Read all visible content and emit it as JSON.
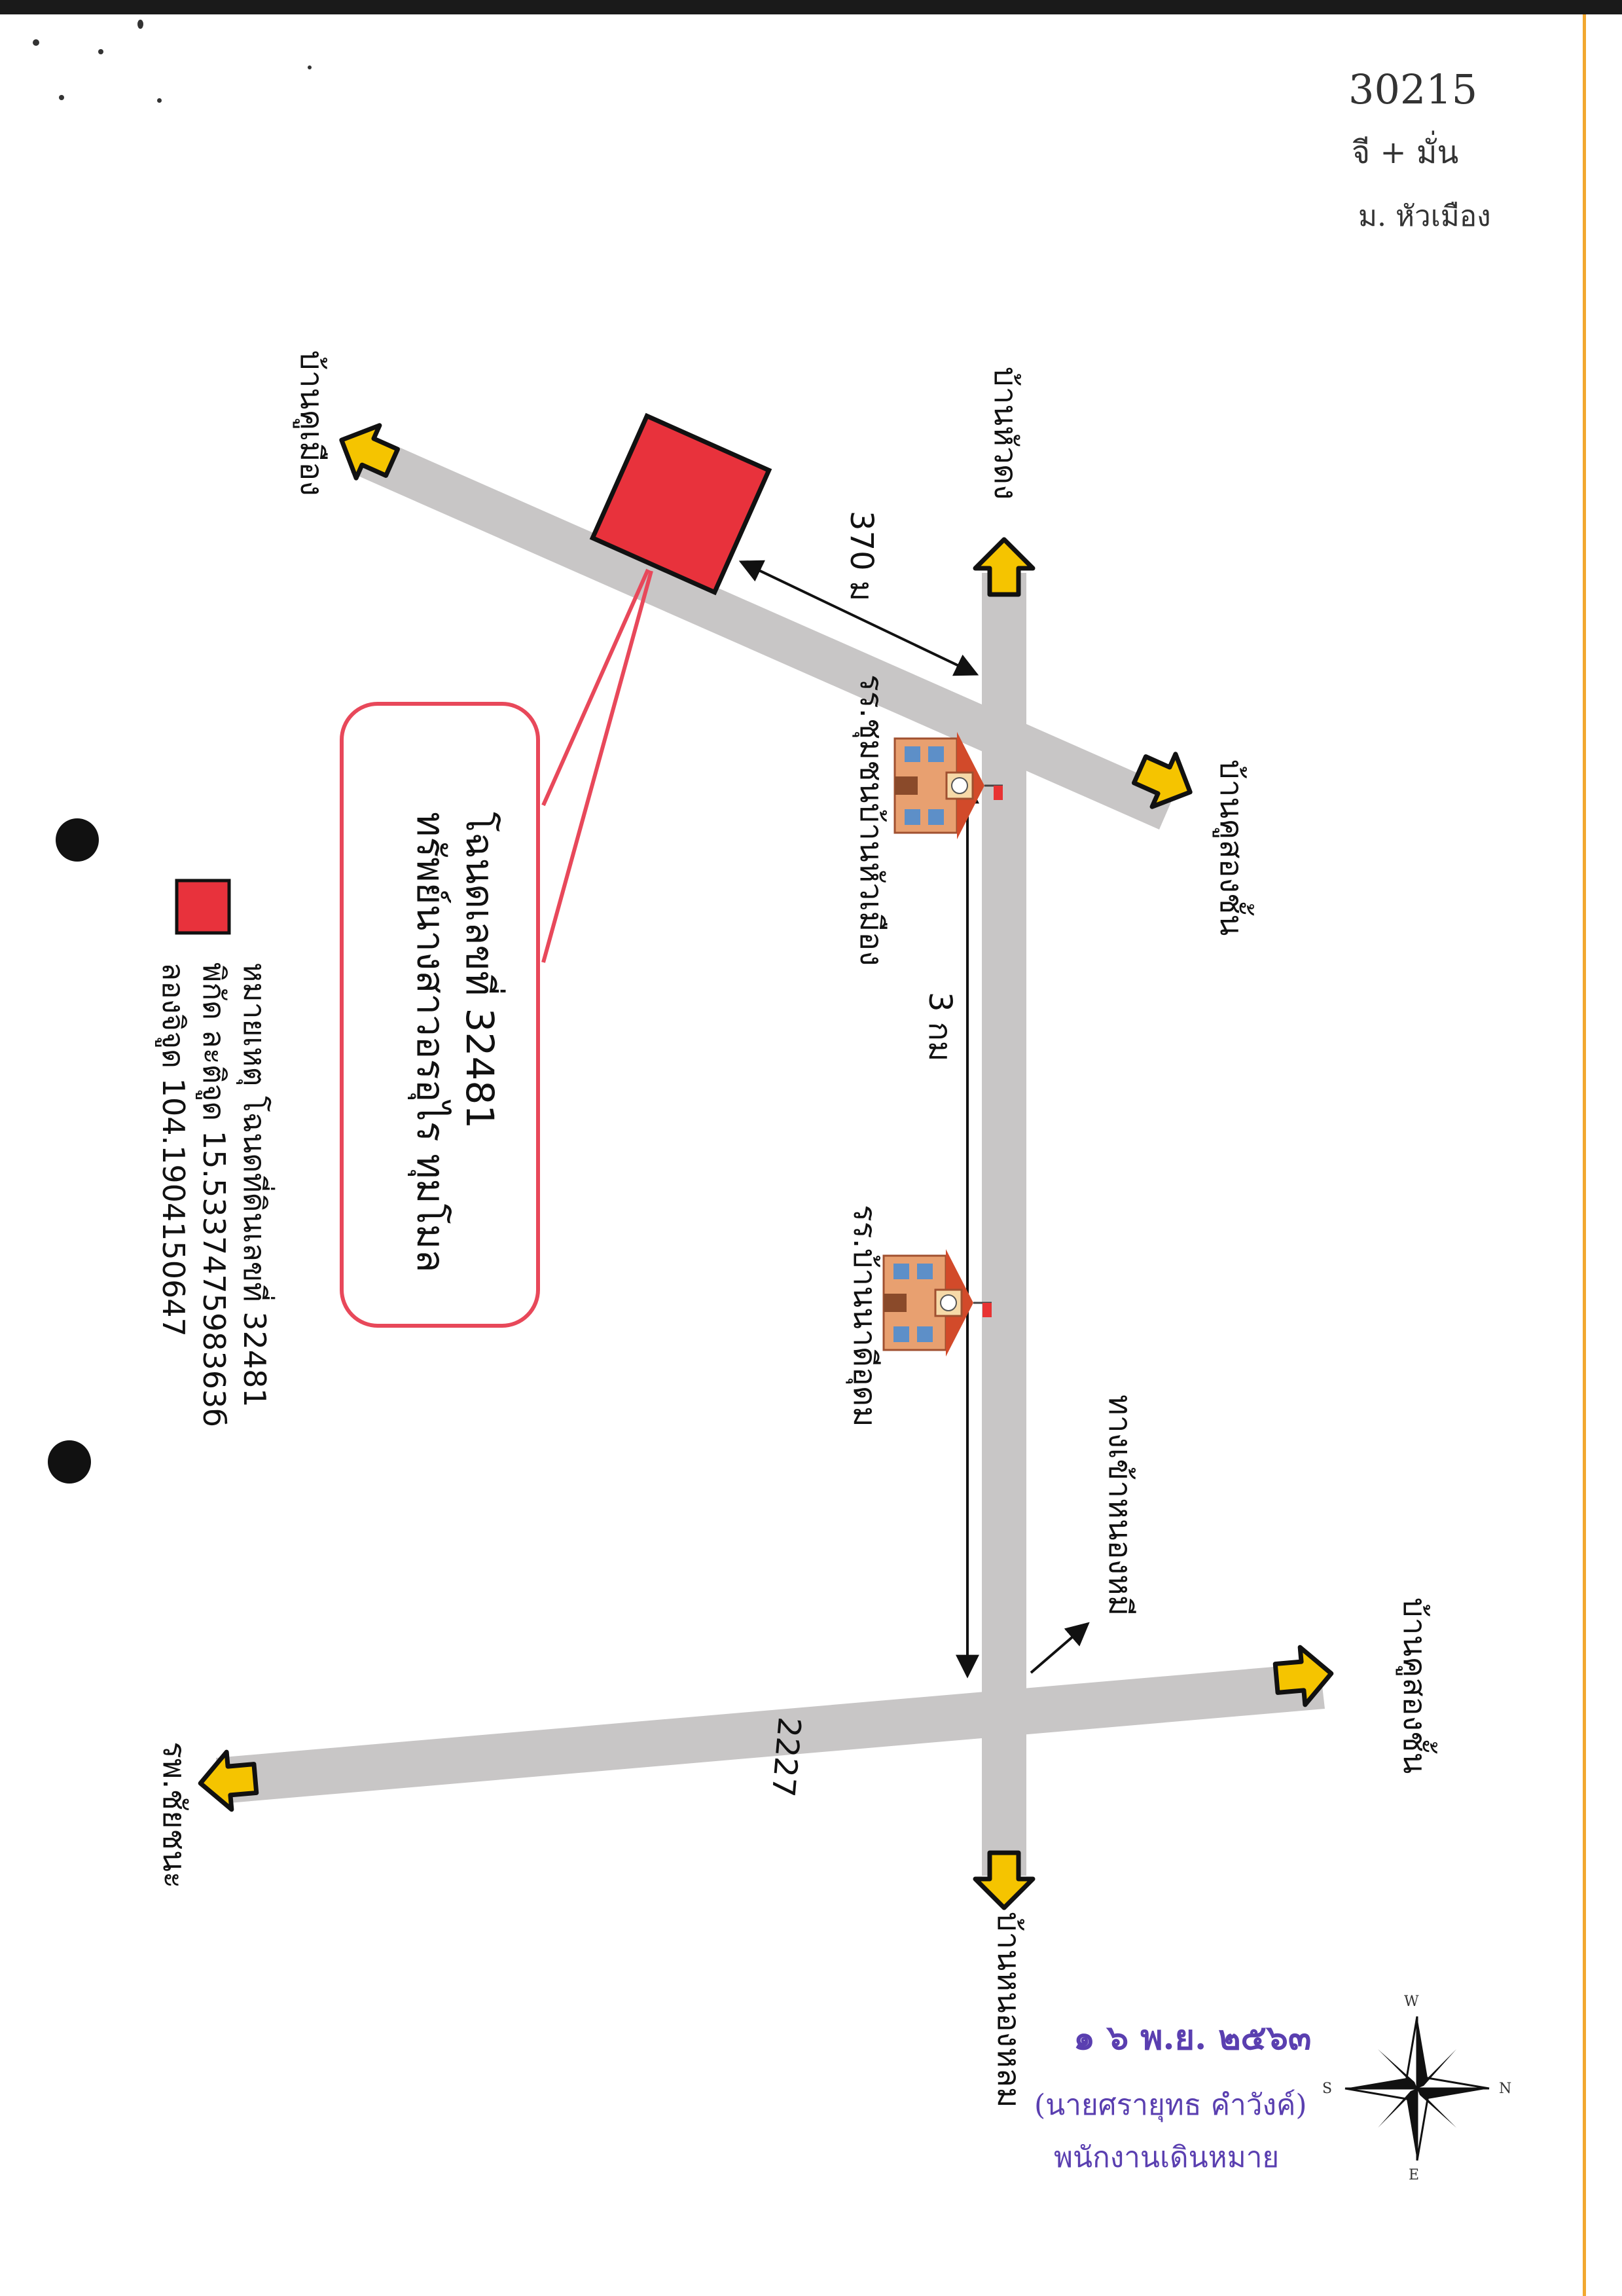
{
  "handwritten": {
    "line1": "30215",
    "line2": "จี + มั่น",
    "line3": "ม. หัวเมือง"
  },
  "villages": {
    "top_left": "บ้านคูเมือง",
    "top_mid": "บ้านหัวดง",
    "mid_right": "บ้านคูสองชั้น",
    "right_bottom": "บ้านคูสองชั้น",
    "bottom_left": "รพ.ชัยชนะ",
    "bottom_mid": "บ้านหนองหลม"
  },
  "schools": {
    "school_1": "รร.ชุมชนบ้านหัวเมือง",
    "school_2": "รร.บ้านนาดีอุดม"
  },
  "distances": {
    "d1": "370 ม",
    "d2": "3 กม"
  },
  "road_number": "2227",
  "junction_label": "ทางเข้าหนองหมี",
  "callout": {
    "line1": "โฉนดเลขที่   32481",
    "line2": "ทรัพย์นางสาวอรอุไร ทุมโมล"
  },
  "legend": {
    "line1": "หมายเหตุ โฉนดที่ดินเลขที่ 32481",
    "line2": "พิกัด  ละติจูด 15.533747598363б",
    "line3": "ลองจิจูด  104.1904150647"
  },
  "stamp": {
    "date": "๑ ๖ พ.ย. ๒๕๖๓",
    "name": "(นายศรายุทธ  คำวังค์)",
    "title": "พนักงานเดินหมาย"
  },
  "compass": {
    "n": "N",
    "s": "S",
    "w": "W",
    "e": "E"
  },
  "colors": {
    "road": "#c8c6c6",
    "parcel": "#e8323c",
    "arrow": "#f5c400",
    "callout_border": "#e8485a",
    "stamp": "#5a3fb0"
  }
}
